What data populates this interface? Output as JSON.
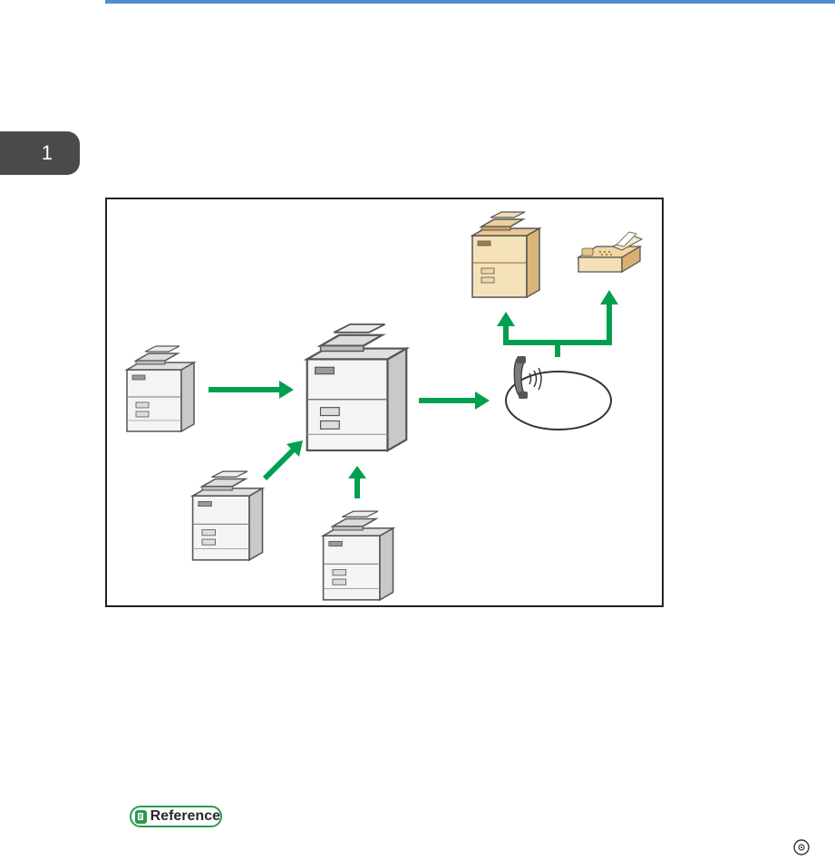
{
  "chapter": {
    "number": "1"
  },
  "reference": {
    "label": "Reference"
  },
  "colors": {
    "header_rule": "#4f8fc9",
    "chapter_tab": "#4a4a4a",
    "arrow_green": "#00a050",
    "reference_green": "#2a9a4e",
    "copier_beige": "#f3d9a6"
  },
  "figure": {
    "icons": [
      "copier-icon",
      "fax-machine-icon",
      "telephone-handset-icon",
      "telephone-line-oval",
      "arrow-icon"
    ]
  }
}
